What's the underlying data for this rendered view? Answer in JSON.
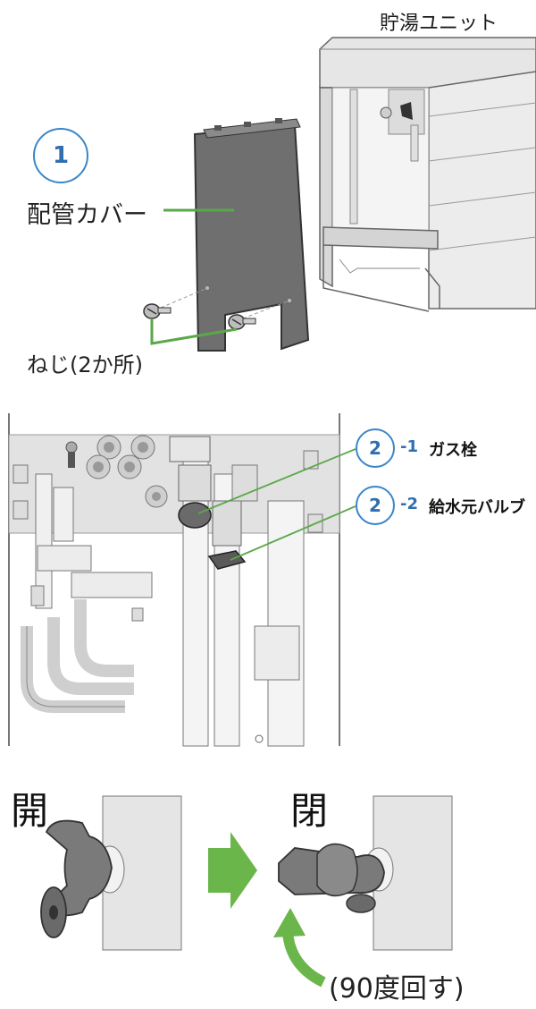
{
  "section1": {
    "unit_label": "貯湯ユニット",
    "step_number": "1",
    "cover_label": "配管カバー",
    "screw_label": "ねじ(2か所)"
  },
  "section2": {
    "callouts": [
      {
        "number": "2",
        "suffix": "-1",
        "label": "ガス栓"
      },
      {
        "number": "2",
        "suffix": "-2",
        "label": "給水元バルブ"
      }
    ]
  },
  "section3": {
    "open_label": "開",
    "closed_label": "閉",
    "rotate_label": "(90度回す)"
  },
  "colors": {
    "accent_blue": "#3a86c8",
    "leader_green": "#5aa84a",
    "arrow_green": "#6ab64a",
    "cover_gray": "#6f6f6f"
  }
}
